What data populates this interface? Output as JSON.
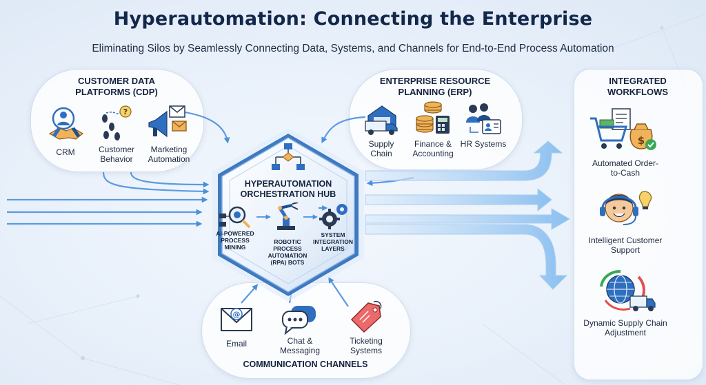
{
  "title": "Hyperautomation: Connecting the Enterprise",
  "subtitle": "Eliminating Silos by Seamlessly Connecting Data, Systems, and Channels for End-to-End Process Automation",
  "cdp": {
    "title": "CUSTOMER DATA PLATFORMS (CDP)",
    "items": [
      {
        "label": "CRM",
        "icon": "handshake-icon"
      },
      {
        "label": "Customer Behavior",
        "icon": "footsteps-icon"
      },
      {
        "label": "Marketing Automation",
        "icon": "megaphone-icon"
      }
    ]
  },
  "erp": {
    "title": "ENTERPRISE RESOURCE PLANNING (ERP)",
    "items": [
      {
        "label": "Supply Chain",
        "icon": "truck-warehouse-icon"
      },
      {
        "label": "Finance & Accounting",
        "icon": "coins-calculator-icon"
      },
      {
        "label": "HR Systems",
        "icon": "people-icon"
      }
    ]
  },
  "hub": {
    "title": "HYPERAUTOMATION ORCHESTRATION HUB",
    "items": [
      {
        "label": "AI-POWERED PROCESS MINING",
        "icon": "magnifier-icon"
      },
      {
        "label": "ROBOTIC PROCESS AUTOMATION (RPA) BOTS",
        "icon": "robot-arm-icon"
      },
      {
        "label": "SYSTEM INTEGRATION LAYERS",
        "icon": "gears-icon"
      }
    ],
    "top_icon": "flowchart-icon"
  },
  "channels": {
    "title": "COMMUNICATION CHANNELS",
    "items": [
      {
        "label": "Email",
        "icon": "envelope-icon"
      },
      {
        "label": "Chat & Messaging",
        "icon": "chat-icon"
      },
      {
        "label": "Ticketing Systems",
        "icon": "ticket-icon"
      }
    ]
  },
  "workflows": {
    "title": "INTEGRATED WORKFLOWS",
    "items": [
      {
        "label": "Automated Order-to-Cash",
        "icon": "cart-money-icon"
      },
      {
        "label": "Intelligent Customer Support",
        "icon": "headset-agent-icon"
      },
      {
        "label": "Dynamic Supply Chain Adjustment",
        "icon": "globe-truck-icon"
      }
    ]
  },
  "colors": {
    "accent_blue": "#3b8fe0",
    "arrow_light": "#9fcaf2",
    "hub_dark": "#1d4f8f",
    "title_navy": "#12274a"
  }
}
